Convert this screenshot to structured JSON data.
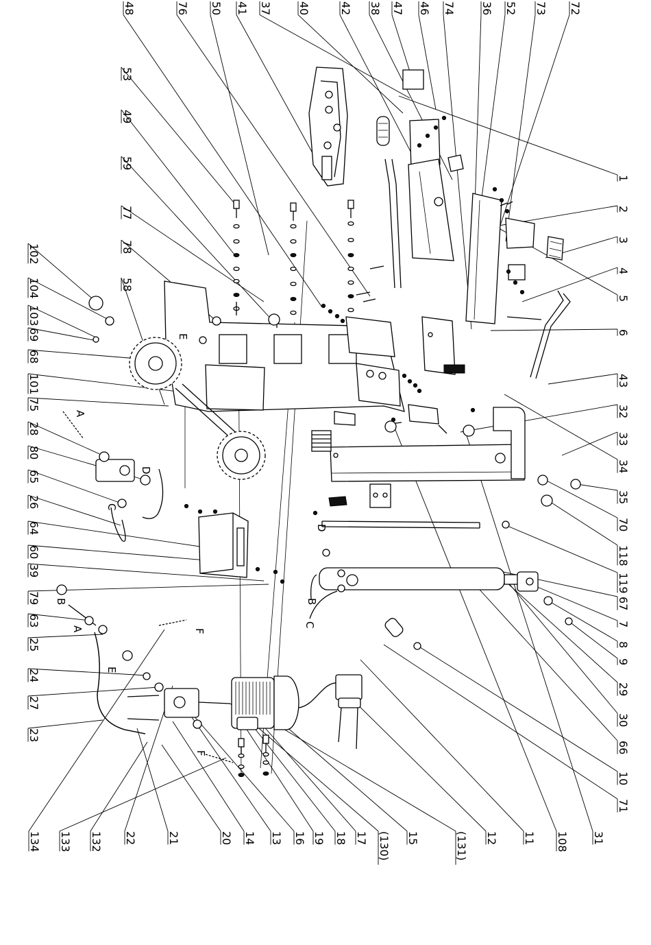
{
  "labels": {
    "top": [
      "48",
      "76",
      "50",
      "41",
      "37",
      "40",
      "42",
      "38",
      "47",
      "46",
      "74",
      "36",
      "52",
      "73",
      "72"
    ],
    "inner_left": [
      "53",
      "49",
      "59",
      "77",
      "78",
      "58"
    ],
    "left": [
      "102",
      "104",
      "103",
      "69",
      "68",
      "101",
      "75",
      "28",
      "80",
      "65",
      "26",
      "64",
      "60",
      "39",
      "79",
      "63",
      "25",
      "24",
      "27",
      "23"
    ],
    "right": [
      "1",
      "2",
      "3",
      "4",
      "5",
      "6",
      "43",
      "32",
      "33",
      "34",
      "35",
      "70",
      "118",
      "119",
      "67",
      "7",
      "8",
      "9",
      "29",
      "30",
      "66",
      "10",
      "71"
    ],
    "bottom": [
      "134",
      "133",
      "132",
      "22",
      "21",
      "20",
      "14",
      "13",
      "16",
      "19",
      "18",
      "17",
      "(130)",
      "15",
      "(131)",
      "12",
      "11",
      "108",
      "31"
    ]
  },
  "connection_letters": [
    "A",
    "D",
    "C",
    "B",
    "A",
    "E",
    "F",
    "E",
    "D",
    "B",
    "C",
    "F"
  ]
}
